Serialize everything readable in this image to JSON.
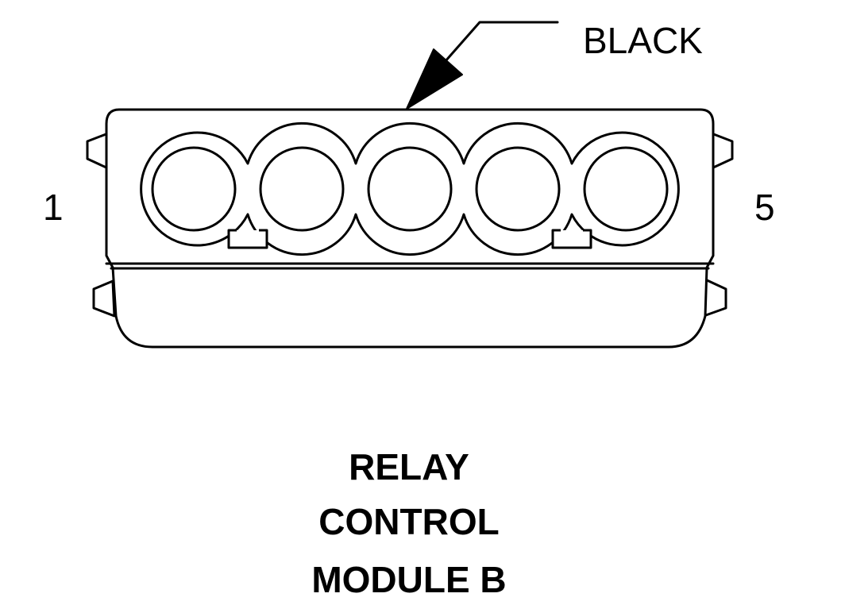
{
  "callout": {
    "label": "BLACK"
  },
  "pins": {
    "first_label": "1",
    "last_label": "5",
    "count": 5
  },
  "title": {
    "lines": [
      "RELAY",
      "CONTROL",
      "MODULE B"
    ]
  },
  "colors": {
    "line": "#000000",
    "background": "#ffffff"
  }
}
